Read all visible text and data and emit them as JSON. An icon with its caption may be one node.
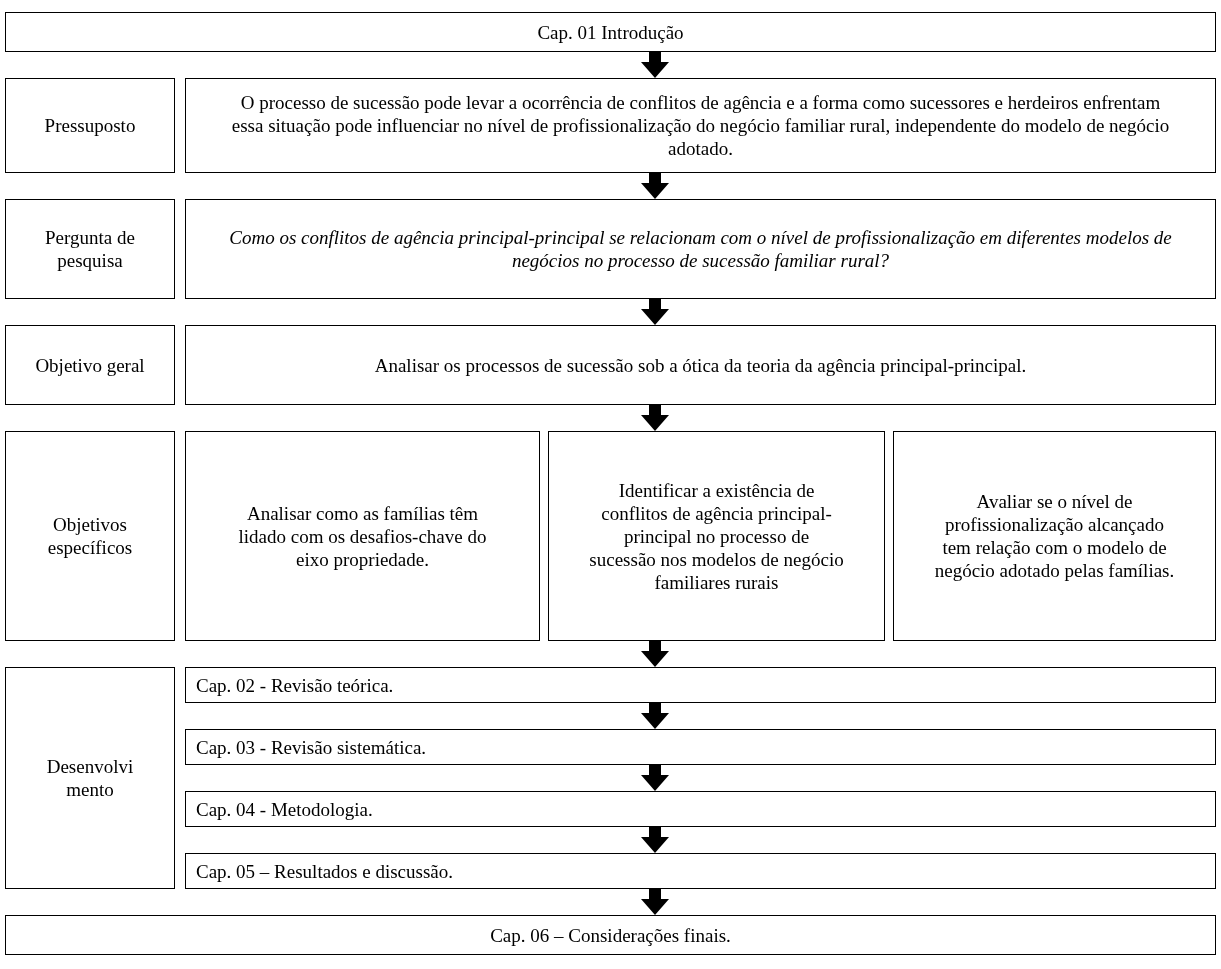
{
  "diagram": {
    "nodes": [
      {
        "text": [
          "Cap. 01 Introdução"
        ]
      },
      {
        "text": [
          "Pressuposto"
        ]
      },
      {
        "text": [
          "O processo de sucessão pode levar a ocorrência de conflitos de agência e a forma como sucessores e herdeiros enfrentam essa situação pode influenciar no nível de profissionalização do negócio familiar rural, independente do modelo de negócio adotado."
        ]
      },
      {
        "text": [
          "Pergunta de pesquisa"
        ]
      },
      {
        "text": [
          "Como os conflitos de agência principal-principal se relacionam com o nível de profissionalização em diferentes modelos de negócios no processo de sucessão familiar rural?"
        ]
      },
      {
        "text": [
          "Objetivo geral"
        ]
      },
      {
        "text": [
          "Analisar os processos de sucessão sob a ótica da teoria da agência principal-principal."
        ]
      },
      {
        "text": [
          "Objetivos específicos"
        ]
      },
      {
        "text": [
          "Analisar como as famílias têm lidado com os desafios-chave do eixo propriedade."
        ]
      },
      {
        "text": [
          "Identificar a existência de conflitos de agência principal-principal no processo de sucessão nos modelos de negócio familiares rurais"
        ]
      },
      {
        "text": [
          "Avaliar se o nível de profissionalização alcançado tem relação com o modelo de negócio adotado pelas famílias."
        ]
      },
      {
        "text": [
          "Desenvolvi mento"
        ]
      },
      {
        "text": [
          "Cap. 02 - Revisão teórica."
        ]
      },
      {
        "text": [
          "Cap. 03 - Revisão sistemática."
        ]
      },
      {
        "text": [
          "Cap. 04 - Metodologia."
        ]
      },
      {
        "text": [
          "Cap. 05 – Resultados e discussão."
        ]
      },
      {
        "text": [
          "Cap. 06 – Considerações finais."
        ]
      }
    ],
    "edges": [
      {
        "from": 0,
        "to": 2,
        "arrow": "to"
      },
      {
        "from": 2,
        "to": 4,
        "arrow": "to"
      },
      {
        "from": 4,
        "to": 6,
        "arrow": "to"
      },
      {
        "from": 6,
        "to": 9,
        "arrow": "to"
      },
      {
        "from": 9,
        "to": 12,
        "arrow": "to"
      },
      {
        "from": 12,
        "to": 13,
        "arrow": "to"
      },
      {
        "from": 13,
        "to": 14,
        "arrow": "to"
      },
      {
        "from": 14,
        "to": 15,
        "arrow": "to"
      },
      {
        "from": 15,
        "to": 16,
        "arrow": "to"
      }
    ]
  }
}
